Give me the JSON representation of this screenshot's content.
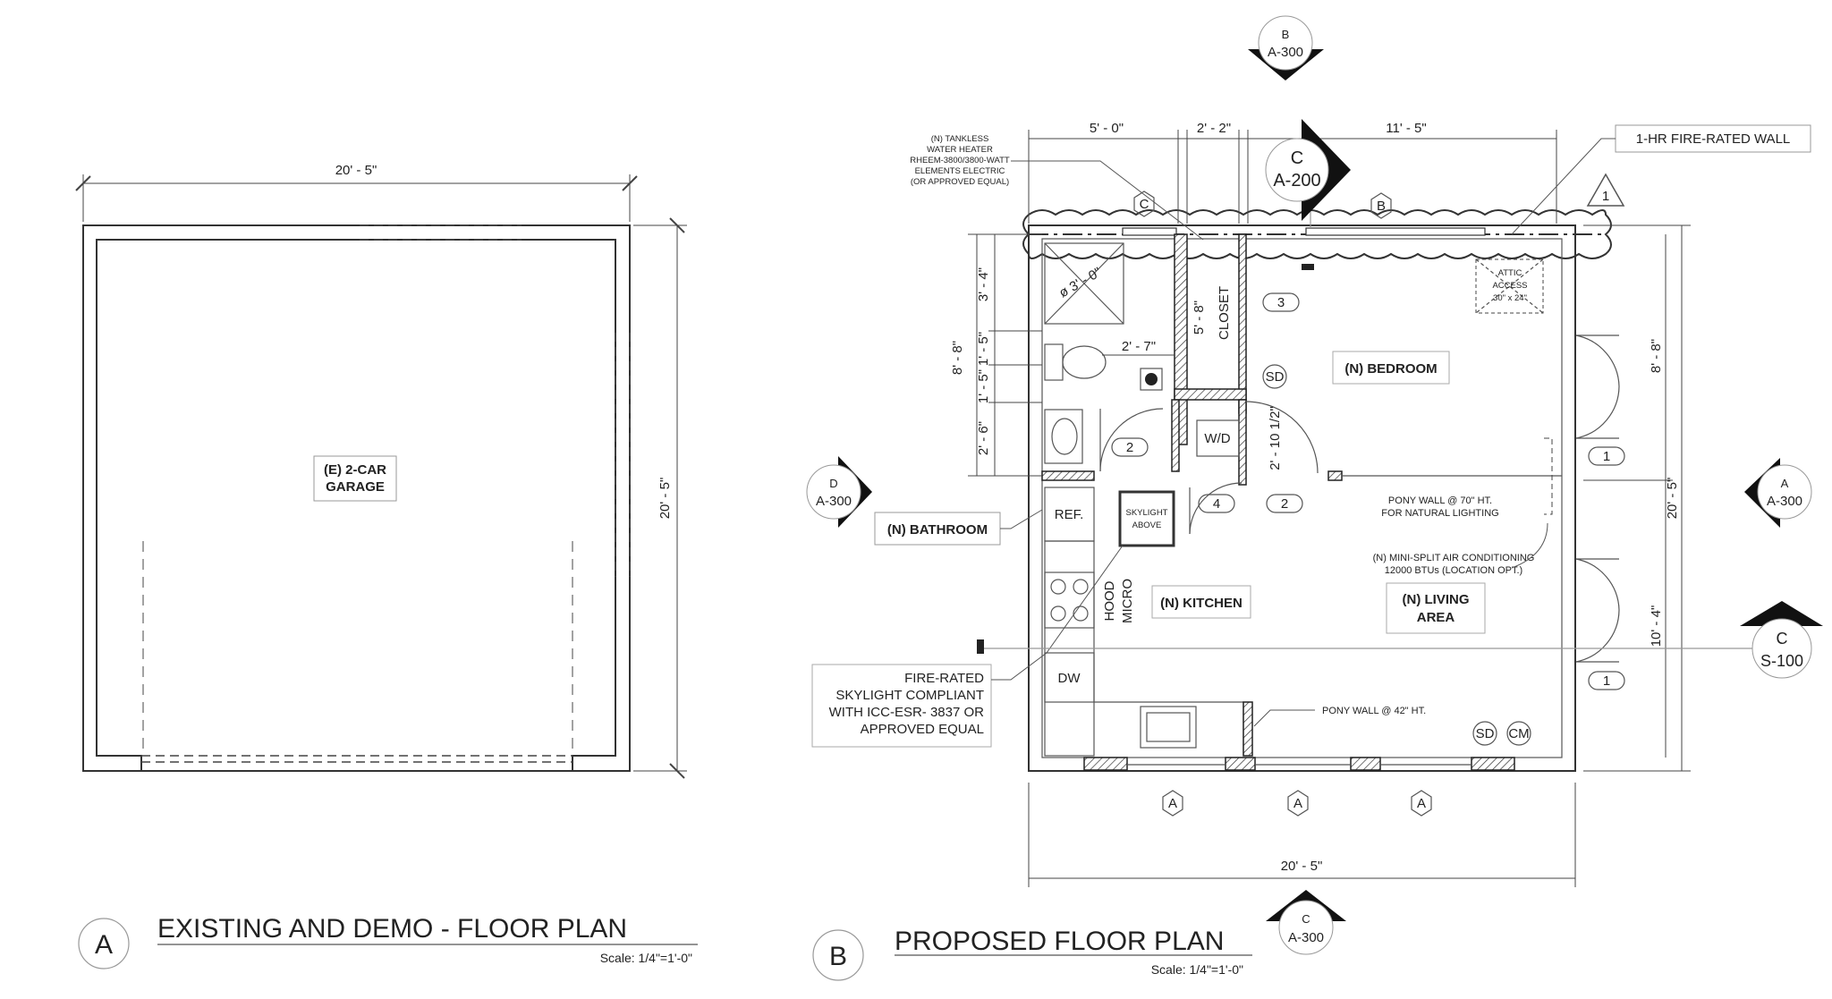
{
  "plan_a": {
    "dim_top": "20' - 5\"",
    "dim_right": "20' - 5\"",
    "room_line1": "(E) 2-CAR",
    "room_line2": "GARAGE",
    "marker": "A",
    "title": "EXISTING AND DEMO - FLOOR PLAN",
    "scale": "Scale: 1/4\"=1'-0\""
  },
  "plan_b": {
    "marker": "B",
    "title": "PROPOSED FLOOR PLAN",
    "scale": "Scale: 1/4\"=1'-0\"",
    "dims": {
      "top1": "5' - 0\"",
      "top2": "2' - 2\"",
      "top3": "11' - 5\"",
      "bottom": "20' - 5\"",
      "left_total": "8' - 8\"",
      "left1": "3' - 4\"",
      "left2": "1' - 5\"",
      "left3": "1' - 5\"",
      "left4": "2' - 6\"",
      "right_total": "20' - 5\"",
      "right1": "8' - 8\"",
      "right2": "10' - 4\"",
      "closet_h": "5' - 8\"",
      "bath_w": "2' - 7\"",
      "wd_h": "2' - 10 1/2\"",
      "shower": "ø 3' - 0\""
    },
    "rooms": {
      "bedroom": "(N) BEDROOM",
      "kitchen": "(N) KITCHEN",
      "living1": "(N) LIVING",
      "living2": "AREA",
      "bathroom": "(N) BATHROOM",
      "closet": "CLOSET",
      "wd": "W/D",
      "ref": "REF.",
      "dw": "DW",
      "hood": "HOOD",
      "micro": "MICRO",
      "skylight1": "SKYLIGHT",
      "skylight2": "ABOVE",
      "attic1": "ATTIC",
      "attic2": "ACCESS",
      "attic3": "30\" x 24\""
    },
    "devices": {
      "sd1": "SD",
      "sd2": "SD",
      "cm": "CM"
    },
    "tags": {
      "t1a": "1",
      "t1b": "1",
      "t2a": "2",
      "t2b": "2",
      "t3": "3",
      "t4": "4",
      "wa1": "A",
      "wa2": "A",
      "wa3": "A",
      "wc": "C",
      "wb": "B",
      "rev": "1"
    },
    "notes": {
      "heater": [
        "(N) TANKLESS",
        "WATER HEATER",
        "RHEEM-3800/3800-WATT",
        "ELEMENTS ELECTRIC",
        "(OR APPROVED EQUAL)"
      ],
      "fire_wall": "1-HR FIRE-RATED WALL",
      "pony70_1": "PONY WALL @ 70\" HT.",
      "pony70_2": "FOR NATURAL LIGHTING",
      "minisplit_1": "(N) MINI-SPLIT AIR CONDITIONING",
      "minisplit_2": "12000 BTUs (LOCATION OPT.)",
      "pony42": "PONY WALL @ 42\" HT.",
      "skylight_note": [
        "FIRE-RATED",
        "SKYLIGHT COMPLIANT",
        "WITH ICC-ESR- 3837 OR",
        "APPROVED EQUAL"
      ]
    },
    "sections": {
      "top_b_letter": "B",
      "top_b_sheet": "A-300",
      "c200_letter": "C",
      "c200_sheet": "A-200",
      "left_d_letter": "D",
      "left_d_sheet": "A-300",
      "right_a_letter": "A",
      "right_a_sheet": "A-300",
      "right_c_letter": "C",
      "right_c_sheet": "S-100",
      "bottom_c_letter": "C",
      "bottom_c_sheet": "A-300"
    }
  }
}
